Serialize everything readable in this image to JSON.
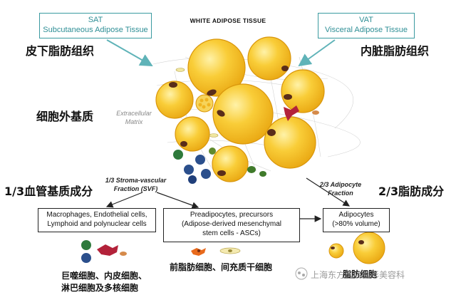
{
  "header": {
    "title": "WHITE ADIPOSE TISSUE",
    "sat": {
      "abbr": "SAT",
      "full": "Subcutaneous Adipose Tissue"
    },
    "vat": {
      "abbr": "VAT",
      "full": "Visceral Adipose Tissue"
    }
  },
  "labels_zh": {
    "sat": "皮下脂肪组织",
    "vat": "内脏脂肪组织",
    "matrix": "细胞外基质",
    "svf": "1/3血管基质成分",
    "adipocyte": "2/3脂肪成分",
    "precursor": "前脂肪细胞、间充质干细胞",
    "immune_line1": "巨噬细胞、内皮细胞、",
    "immune_line2": "淋巴细胞及多核细胞",
    "adipocyte_cells": "脂肪细胞"
  },
  "labels_en": {
    "matrix_line1": "Extracellular",
    "matrix_line2": "Matrix",
    "svf_line1": "1/3 Stroma-vascular",
    "svf_line2": "Fraction (SVF)",
    "adipocyte_line1": "2/3 Adipocyte",
    "adipocyte_line2": "Fraction"
  },
  "boxes": {
    "immune_line1": "Macrophages, Endothelial cells,",
    "immune_line2": "Lymphoid and polynuclear cells",
    "precursor_line1": "Preadipocytes, precursors",
    "precursor_line2": "(Adipose-derived mesenchymal",
    "precursor_line3": "stem cells - ASCs)",
    "adipocyte_line1": "Adipocytes",
    "adipocyte_line2": "(>80% volume)"
  },
  "watermark": "上海东方医院整形美容科",
  "colors": {
    "teal": "#3a9aa0",
    "arrow_teal": "#5fb3b8",
    "adipocyte_fill": "#f7c224",
    "adipocyte_edge": "#e0a10c",
    "nucleus": "#5a2d1a"
  }
}
